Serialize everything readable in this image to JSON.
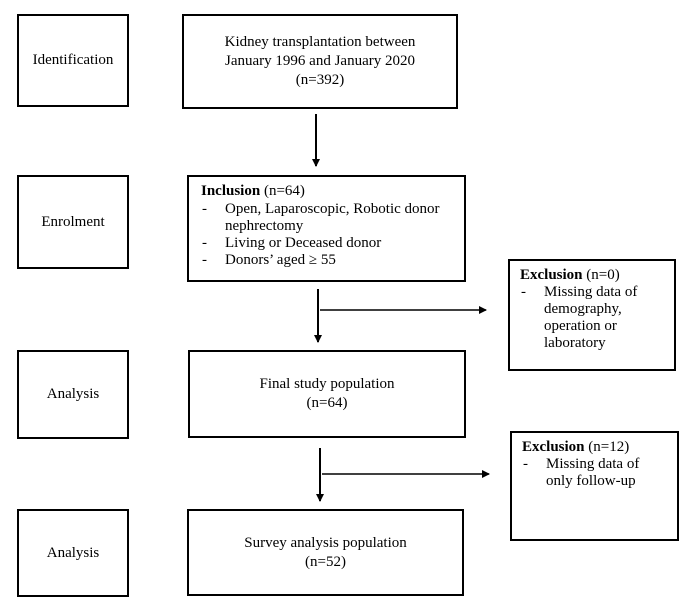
{
  "stages": {
    "identification": "Identification",
    "enrolment": "Enrolment",
    "analysis_1": "Analysis",
    "analysis_2": "Analysis"
  },
  "identification_box": {
    "line1": "Kidney transplantation between",
    "line2": "January 1996 and January 2020",
    "count": "(n=392)"
  },
  "inclusion_box": {
    "heading": "Inclusion",
    "count": " (n=64)",
    "items": [
      "Open, Laparoscopic, Robotic donor nephrectomy",
      "Living or Deceased donor",
      "Donors’ aged ≥ 55"
    ]
  },
  "exclusion_1": {
    "heading": "Exclusion",
    "count": " (n=0)",
    "items": [
      "Missing data of demography, operation or laboratory"
    ]
  },
  "final_box": {
    "label": "Final study population",
    "count": "(n=64)"
  },
  "exclusion_2": {
    "heading": "Exclusion",
    "count": " (n=12)",
    "items": [
      "Missing data of only follow-up"
    ]
  },
  "survey_box": {
    "label": "Survey analysis population",
    "count": "(n=52)"
  }
}
